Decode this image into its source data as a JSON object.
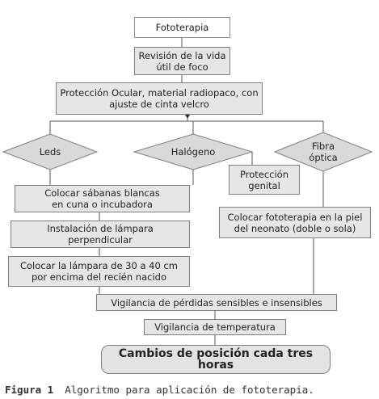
{
  "nodes": {
    "fototerapia": "Fototerapia",
    "revision": "Revisión de la vida\nútil de foco",
    "proteccion_ocular": "Protección Ocular,  material radiopaco, con\najuste de cinta velcro",
    "leds": "Leds",
    "halogeno": "Halógeno",
    "fibra_optica": "Fibra\nóptica",
    "proteccion_genital": "Protección\ngenital",
    "colocar_sabanas": "Colocar sábanas blancas\nen cuna o incubadora",
    "instalacion_lampara": "Instalación de lámpara\nperpendicular",
    "colocar_lampara": "Colocar la lámpara de 30 a 40 cm\npor encima del recién nacido",
    "colocar_fototerapia_piel": "Colocar fototerapia en la piel\ndel neonato (doble o sola)",
    "vigilancia_perdidas": "Vigilancia de pérdidas sensibles e insensibles",
    "vigilancia_temperatura": "Vigilancia de temperatura",
    "cambios_posicion": "Cambios de posición cada tres horas"
  },
  "caption": {
    "label": "Figura 1",
    "text": "Algoritmo para aplicación de fototerapia."
  },
  "colors": {
    "box_fill": "#e6e6e6",
    "diamond_fill": "#d9d9d9",
    "border": "#7f7f7f",
    "line": "#555555"
  }
}
